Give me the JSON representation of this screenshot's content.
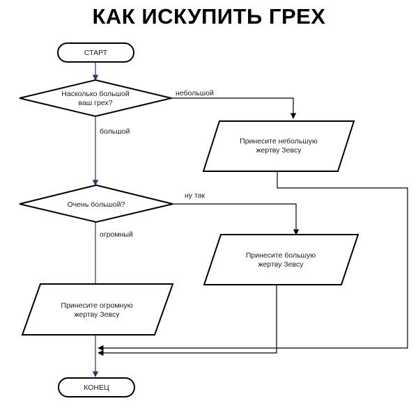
{
  "title": "КАК ИСКУПИТЬ ГРЕХ",
  "nodes": {
    "start": "СТАРТ",
    "q1_line1": "Насколько большой",
    "q1_line2": "ваш грех?",
    "q2": "Очень большой?",
    "small_line1": "Принесите небольшую",
    "small_line2": "жертву Зевсу",
    "big_line1": "Принесите большую",
    "big_line2": "жертву Зевсу",
    "huge_line1": "Принесите огромную",
    "huge_line2": "жертву Зевсу",
    "end": "КОНЕЦ"
  },
  "edges": {
    "q1_right": "небольшой",
    "q1_down": "большой",
    "q2_right": "ну так",
    "q2_down": "огромный"
  },
  "colors": {
    "main_flow": "#1f3a6b",
    "side_flow": "#000000",
    "shape_stroke": "#000000"
  }
}
